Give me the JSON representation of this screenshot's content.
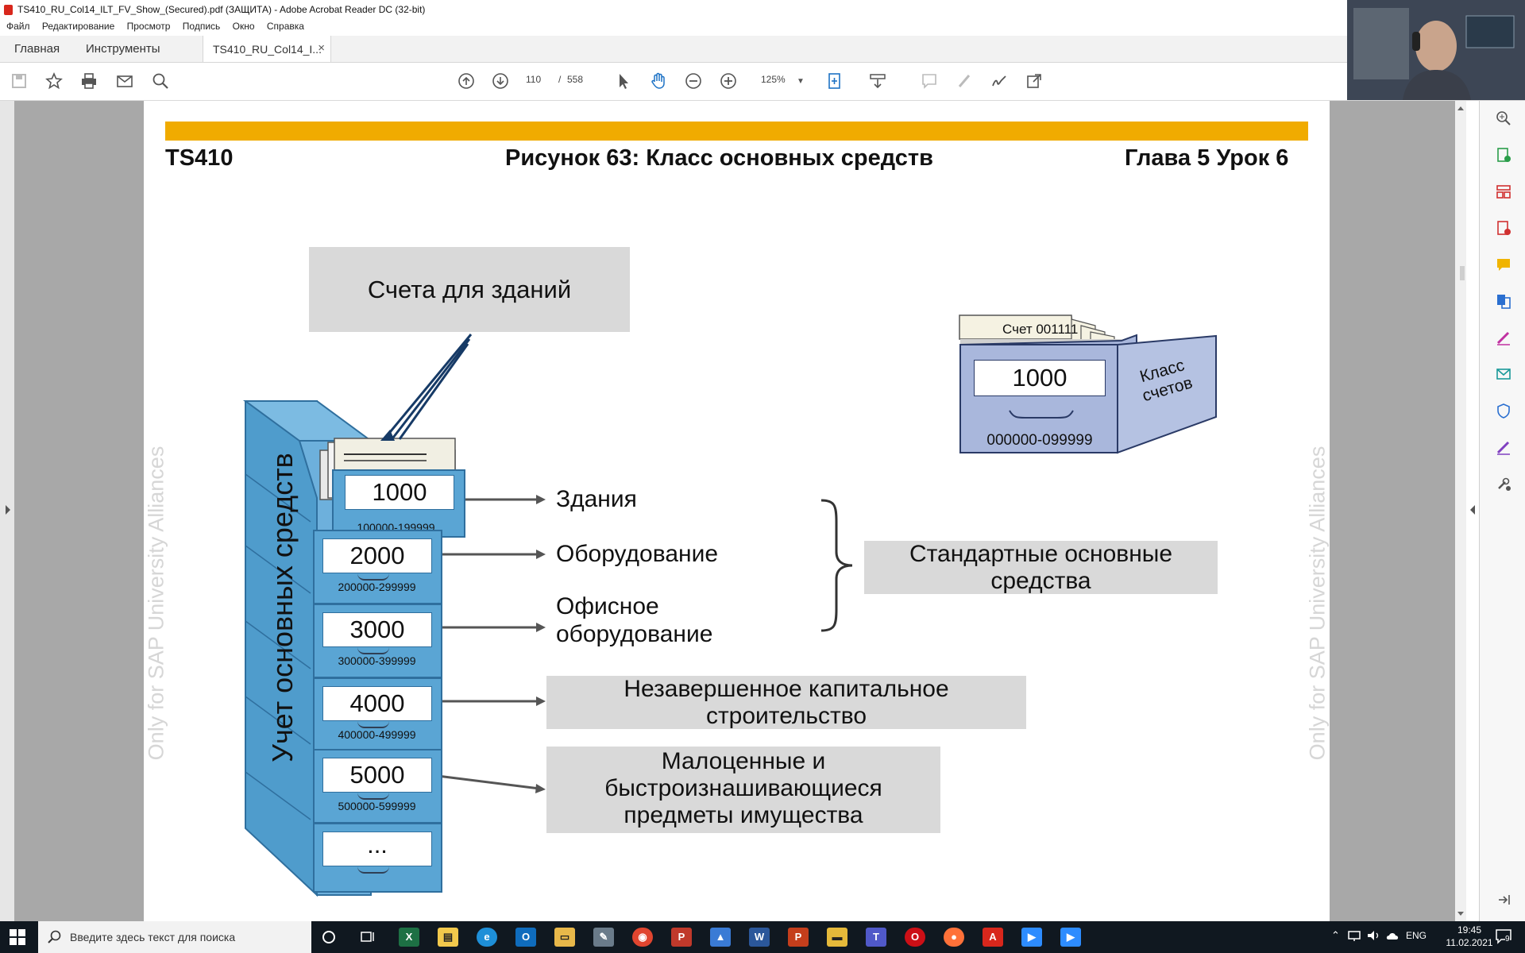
{
  "window": {
    "title": "TS410_RU_Col14_ILT_FV_Show_(Secured).pdf (ЗАЩИТА) - Adobe Acrobat Reader DC (32-bit)"
  },
  "menu": [
    "Файл",
    "Редактирование",
    "Просмотр",
    "Подпись",
    "Окно",
    "Справка"
  ],
  "tabs": {
    "home": "Главная",
    "tools": "Инструменты",
    "document": "TS410_RU_Col14_I...",
    "close_glyph": "×"
  },
  "toolbar": {
    "current_page": "110",
    "page_separator": "/",
    "total_pages": "558",
    "zoom": "125%"
  },
  "slide": {
    "header_left": "TS410",
    "header_center": "Рисунок 63: Класс основных средств",
    "header_right": "Глава 5 Урок 6",
    "watermark": "Only for SAP University Alliances",
    "buildings_accounts": "Счета для зданий",
    "cabinet_label": "Учет основных средств",
    "drawers": [
      {
        "number": "1000",
        "range": "100000-199999"
      },
      {
        "number": "2000",
        "range": "200000-299999"
      },
      {
        "number": "3000",
        "range": "300000-399999"
      },
      {
        "number": "4000",
        "range": "400000-499999"
      },
      {
        "number": "5000",
        "range": "500000-599999"
      },
      {
        "number": "...",
        "range": ""
      }
    ],
    "categories": {
      "buildings": "Здания",
      "equipment": "Оборудование",
      "office_line1": "Офисное",
      "office_line2": "оборудование",
      "auc_line1": "Незавершенное капитальное",
      "auc_line2": "строительство",
      "lvas_line1": "Малоценные и",
      "lvas_line2": "быстроизнашивающиеся",
      "lvas_line3": "предметы имущества"
    },
    "standard_assets_line1": "Стандартные основные",
    "standard_assets_line2": "средства",
    "file_box": {
      "account_card": "Счет 001111",
      "number": "1000",
      "range": "000000-099999",
      "class_line1": "Класс",
      "class_line2": "счетов"
    }
  },
  "taskbar": {
    "search_placeholder": "Введите здесь текст для поиска",
    "language": "ENG",
    "time": "19:45",
    "date": "11.02.2021",
    "notifications": "9"
  },
  "colors": {
    "accent_gold": "#f0ab00",
    "drawer_blue": "#5aa5d4",
    "cabinet_blue": "#4f9ccc",
    "file_box_blue": "#a9b7dc",
    "acrobat_red": "#d8271c"
  },
  "icons": [
    "save-icon",
    "star-icon",
    "print-icon",
    "mail-icon",
    "search-icon",
    "page-up-icon",
    "page-down-icon",
    "cursor-icon",
    "hand-icon",
    "zoom-out-icon",
    "zoom-in-icon",
    "fit-page-icon",
    "scroll-mode-icon",
    "comment-icon",
    "highlight-icon",
    "sign-icon",
    "share-icon",
    "windows-icon"
  ]
}
